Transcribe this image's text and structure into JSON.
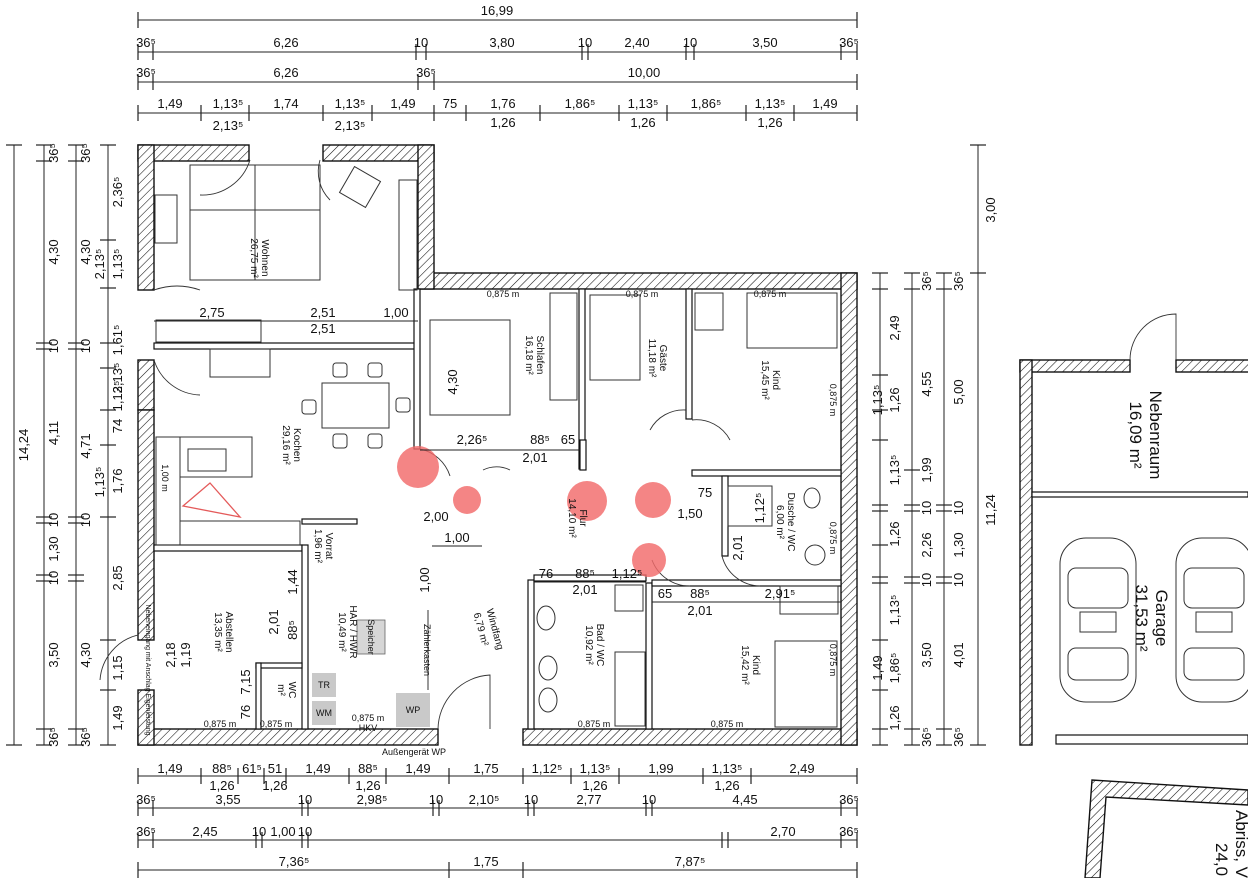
{
  "top_dims": {
    "overall": "16,99",
    "row2": [
      "36⁵",
      "6,26",
      "10",
      "3,80",
      "10",
      "2,40",
      "10",
      "3,50",
      "36⁵"
    ],
    "row3": [
      "36⁵",
      "6,26",
      "36⁵",
      "10,00"
    ],
    "row4": [
      "1,49",
      "1,13⁵",
      "1,74",
      "1,13⁵",
      "1,49",
      "75",
      "1,76",
      "1,86⁵",
      "1,13⁵",
      "1,86⁵",
      "1,13⁵",
      "1,49"
    ],
    "row4b": [
      "2,13⁵",
      "2,13⁵",
      "1,26",
      "1,26",
      "1,26"
    ]
  },
  "bottom_dims": {
    "row1": [
      "1,49",
      "88⁵",
      "61⁵",
      "51",
      "1,49",
      "88⁵",
      "1,49",
      "1,75",
      "1,12⁵",
      "1,13⁵",
      "1,99",
      "1,13⁵",
      "2,49"
    ],
    "row1b": [
      "1,26",
      "1,26",
      "1,26",
      "1,26",
      "1,26"
    ],
    "row2": [
      "36⁵",
      "3,55",
      "10",
      "2,98⁵",
      "10",
      "2,10⁵",
      "10",
      "2,77",
      "10",
      "4,45",
      "36⁵"
    ],
    "row3": [
      "36⁵",
      "2,45",
      "10",
      "1,00",
      "10",
      "2,70",
      "36⁵"
    ],
    "row4": [
      "7,36⁵",
      "1,75",
      "7,87⁵"
    ]
  },
  "left_dims": {
    "overall": "14,24",
    "outer": [
      "36⁵",
      "4,30",
      "10",
      "4,11",
      "10",
      "1,30",
      "10",
      "3,50",
      "36⁵"
    ],
    "mid": [
      "36⁵",
      "4,30",
      "10",
      "4,71",
      "10",
      "2,85",
      "4,30",
      "36⁵"
    ],
    "inner": [
      "2,36⁵",
      "1,13⁵",
      "1,61⁵",
      "2,13⁵",
      "1,13⁵",
      "74",
      "1,76",
      "1,15",
      "1,49"
    ],
    "inner_b": [
      "2,13⁵",
      "1,13⁵"
    ]
  },
  "right_dims": {
    "top": "3,00",
    "overall": "11,24",
    "outer": [
      "36⁵",
      "5,00",
      "10",
      "1,30",
      "10",
      "4,01",
      "36⁵"
    ],
    "mid": [
      "36⁵",
      "4,55",
      "1,99",
      "10",
      "2,26",
      "10",
      "3,50",
      "36⁵"
    ],
    "inner": [
      "2,49",
      "1,26",
      "1,13⁵",
      "1,26",
      "1,13⁵",
      "1,86⁵",
      "1,26",
      "1,13⁵",
      "1,49"
    ]
  },
  "interior_dims": {
    "w_275": "2,75",
    "w_251a": "2,51",
    "w_251b": "2,51",
    "w_100": "1,00",
    "w_226": "2,26⁵",
    "w_885": "88⁵",
    "w_65": "65",
    "w_201": "2,01",
    "w_200": "2,00",
    "w_100b": "1,00",
    "w_150": "1,50",
    "w_75": "75",
    "w_76": "76",
    "w_885b": "88⁵",
    "w_112": "1,12⁵",
    "w_201b": "2,01",
    "w_65b": "65",
    "w_885c": "88⁵",
    "w_291": "2,91⁵",
    "w_201c": "2,01",
    "w_144": "1,44",
    "w_201d": "2,01",
    "w_885d": "88⁵",
    "w_119": "1,19",
    "w_218": "2,18",
    "w_715": "7,15",
    "w_76b": "76",
    "w_430": "4,30",
    "w_1125": "1,12⁵",
    "w_201e": "2,01",
    "w_100c": "1,00",
    "win": "0,875 m"
  },
  "rooms": {
    "wohnen": {
      "name": "Wohnen",
      "area": "26,75 m²"
    },
    "kochen": {
      "name": "Kochen",
      "area": "29,16 m²"
    },
    "schlafen": {
      "name": "Schlafen",
      "area": "16,18 m²"
    },
    "gaeste": {
      "name": "Gäste",
      "area": "11,18 m²"
    },
    "kind1": {
      "name": "Kind",
      "area": "15,45 m²"
    },
    "flur": {
      "name": "Flur",
      "area": "14,10 m²"
    },
    "dusche": {
      "name": "Dusche / WC",
      "area": "6,00 m²"
    },
    "vorrat": {
      "name": "Vorrat",
      "area": "1,96 m²"
    },
    "abstellen": {
      "name": "Abstellen",
      "area": "13,35 m²"
    },
    "har": {
      "name": "HAR / HWR",
      "area": "10,49 m²"
    },
    "windfang": {
      "name": "Windfang",
      "area": "6,79 m²"
    },
    "bad": {
      "name": "Bad / WC",
      "area": "10,92 m²"
    },
    "kind2": {
      "name": "Kind",
      "area": "15,42 m²"
    },
    "wc": {
      "name": "WC",
      "area": "m²"
    },
    "nebenraum": {
      "name": "Nebenraum",
      "area": "16,09 m²"
    },
    "garage": {
      "name": "Garage",
      "area": "31,53 m²"
    }
  },
  "annotations": {
    "aussengeraet": "Außengerät WP",
    "hkv": "HKV",
    "tr": "TR",
    "wm": "WM",
    "wp": "WP",
    "zaehler": "Zählerkasten",
    "speicher": "Speicher",
    "door_side": "Nebeneingang mit Anschlag Eigenleistung",
    "abriss": "Abriss, V",
    "abriss_area": "24,0",
    "height_100": "1,00 m"
  },
  "colors": {
    "marker": "#f26a6a",
    "wall_hatch": "#111111",
    "background": "#ffffff"
  }
}
